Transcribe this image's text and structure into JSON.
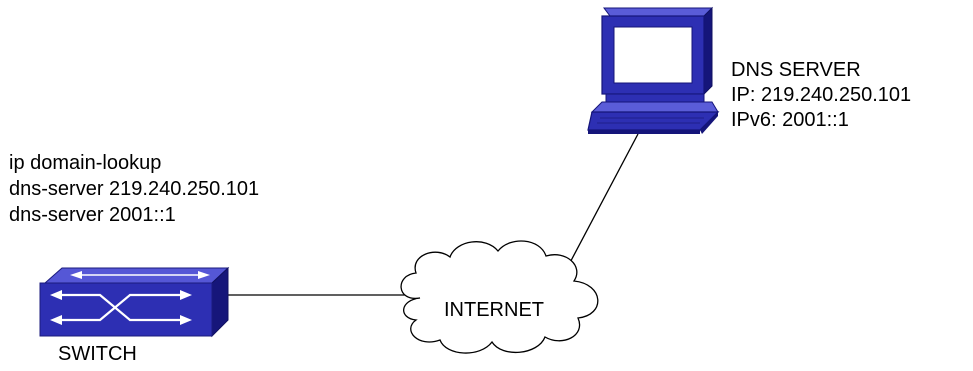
{
  "config_commands": [
    "ip domain-lookup",
    "dns-server 219.240.250.101",
    "dns-server 2001::1"
  ],
  "dns_server": {
    "title": "DNS SERVER",
    "ip": "IP: 219.240.250.101",
    "ipv6": "IPv6: 2001::1"
  },
  "switch": {
    "label": "SWITCH",
    "icon": "network-switch-icon"
  },
  "internet": {
    "label": "INTERNET",
    "icon": "cloud-icon"
  },
  "computer": {
    "icon": "laptop-computer-icon"
  },
  "colors": {
    "device_blue": "#2d2fb3",
    "device_dark": "#15157a",
    "device_light": "#5a5cd8",
    "screen": "#ffffff",
    "cloud_fill": "#ffffff",
    "line": "#000000"
  }
}
